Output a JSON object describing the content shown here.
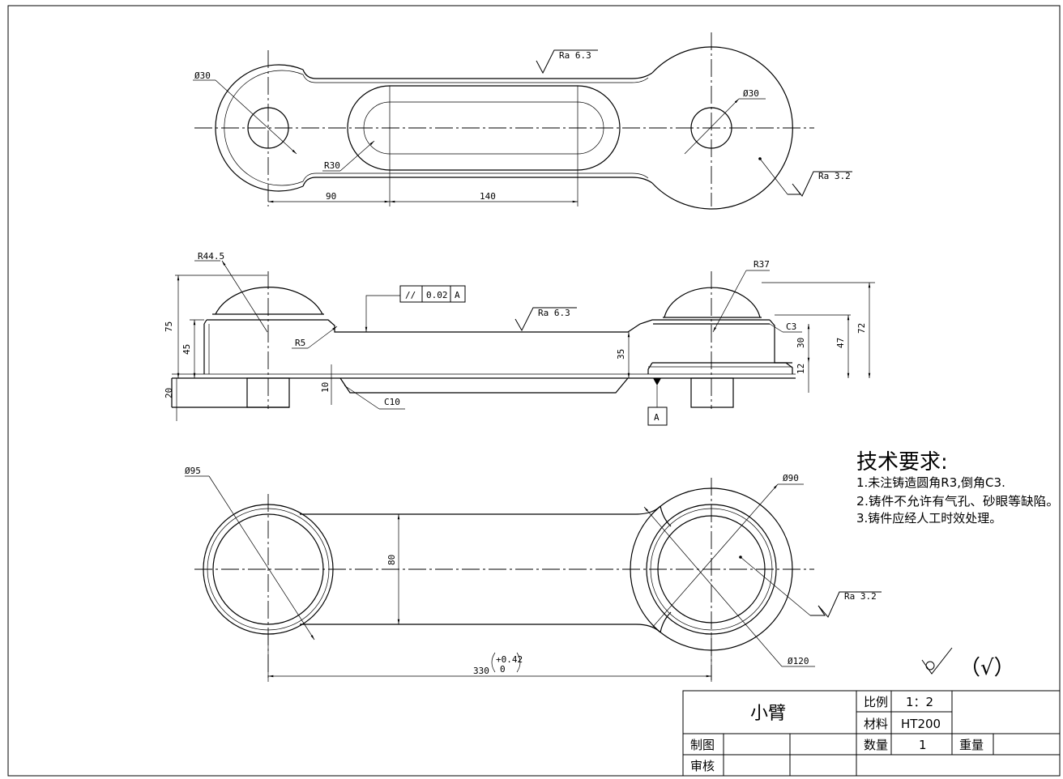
{
  "dimensions": {
    "top_dia_left": "Ø30",
    "top_dia_right": "Ø30",
    "top_r30": "R30",
    "top_90": "90",
    "top_140": "140",
    "mid_r44": "R44.5",
    "mid_r37": "R37",
    "mid_r5": "R5",
    "mid_75": "75",
    "mid_45": "45",
    "mid_20": "20",
    "mid_10": "10",
    "mid_c10": "C10",
    "mid_35": "35",
    "mid_c3": "C3",
    "mid_30": "30",
    "mid_12": "12",
    "mid_47": "47",
    "mid_72": "72",
    "datum": "A",
    "bot_dia95": "Ø95",
    "bot_dia90": "Ø90",
    "bot_dia120": "Ø120",
    "bot_80": "80",
    "bot_330": "330",
    "bot_tol_upper": "+0.42",
    "bot_tol_lower": "0"
  },
  "roughness": {
    "top_left": "Ra 6.3",
    "top_right": "Ra 3.2",
    "mid": "Ra 6.3",
    "bottom": "Ra 3.2",
    "general_paren": "（√）"
  },
  "tolerance_frame": {
    "symbol": "//",
    "value": "0.02",
    "datum": "A"
  },
  "tech_requirements": {
    "title": "技术要求:",
    "items": [
      "1.未注铸造圆角R3,倒角C3.",
      "2.铸件不允许有气孔、砂眼等缺陷。",
      "3.铸件应经人工时效处理。"
    ]
  },
  "title_block": {
    "part_name": "小臂",
    "scale_label": "比例",
    "scale_value": "1：2",
    "material_label": "材料",
    "material_value": "HT200",
    "qty_label": "数量",
    "qty_value": "1",
    "weight_label": "重量",
    "drawn_label": "制图",
    "checked_label": "审核"
  }
}
